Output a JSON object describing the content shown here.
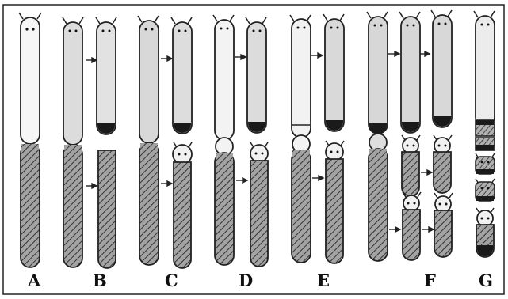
{
  "panel_labels": {
    "a": "A",
    "b": "B",
    "c": "C",
    "d": "D",
    "e": "E",
    "f": "F",
    "g": "G"
  },
  "colors": {
    "ink": "#1c1c1c",
    "light_fill": "#f3f3f3",
    "light_fill_shaded": "#dcdcdc",
    "hatch_fill": "#9a9a9a",
    "dark_cap": "#1a1a1a"
  }
}
